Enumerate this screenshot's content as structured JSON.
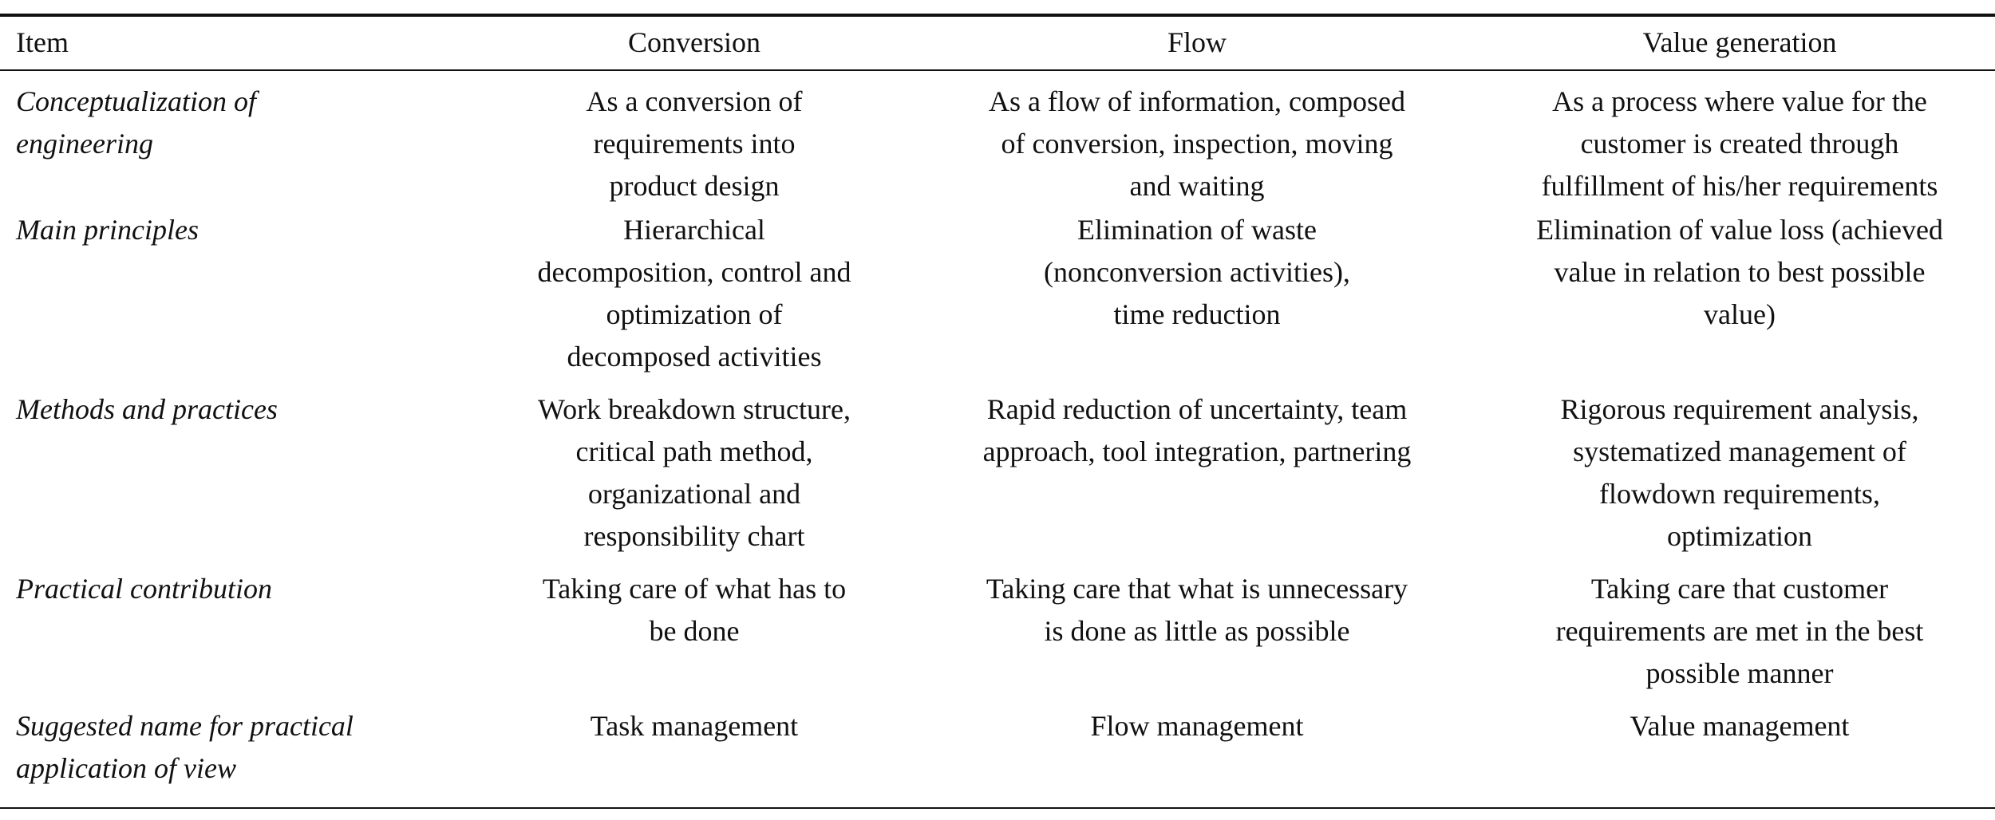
{
  "caption_fragment": "",
  "table": {
    "headers": [
      "Item",
      "Conversion",
      "Flow",
      "Value generation"
    ],
    "rows": [
      {
        "item": "Conceptualization of engineering",
        "conversion": "As a conversion of requirements into product design",
        "flow": "As a flow of information, composed of conversion, inspection, moving and waiting",
        "value": "As a process where value for the customer is created through fulfillment of his/her requirements"
      },
      {
        "item": "Main principles",
        "conversion": "Hierarchical decomposition, control and optimization of decomposed activities",
        "flow": "Elimination of waste (nonconversion activities), time reduction",
        "value": "Elimination of value loss (achieved value in relation to best possible value)"
      },
      {
        "item": "Methods and practices",
        "conversion": "Work breakdown structure, critical path method, organizational and responsibility chart",
        "flow": "Rapid reduction of uncertainty, team approach, tool integration, partnering",
        "value": "Rigorous requirement analysis, systematized management of flowdown requirements, optimization"
      },
      {
        "item": "Practical contribution",
        "conversion": "Taking care of what has to be done",
        "flow": "Taking care that what is unnecessary is done as little as possible",
        "value": "Taking care that customer requirements are met in the best possible manner"
      },
      {
        "item": "Suggested name for practical application of view",
        "conversion": "Task management",
        "flow": "Flow management",
        "value": "Value management"
      }
    ]
  }
}
